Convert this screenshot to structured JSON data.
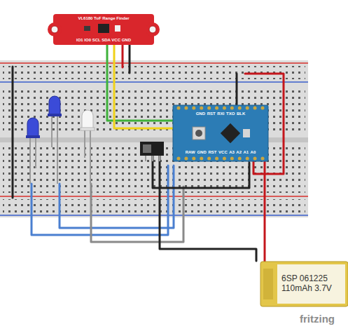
{
  "diagram": {
    "nodes": [
      {
        "text": [
          "VL6180 ToF Range Finder",
          "IO1 IO0 SCL SDA VCC GND"
        ]
      },
      {
        "text": [
          "GND RST RXI TXO BLK",
          "RAW GND RST VCC A3 A2 A1 A0"
        ]
      },
      {
        "text": [
          "6SP 061225 110mAh 3.7V"
        ]
      }
    ],
    "edges": [
      {
        "from": 0,
        "to": 1,
        "arrow": "none"
      },
      {
        "from": 0,
        "to": 1,
        "arrow": "none"
      },
      {
        "from": 2,
        "to": 1,
        "arrow": "none"
      }
    ],
    "labels": [
      "fritzing"
    ]
  }
}
